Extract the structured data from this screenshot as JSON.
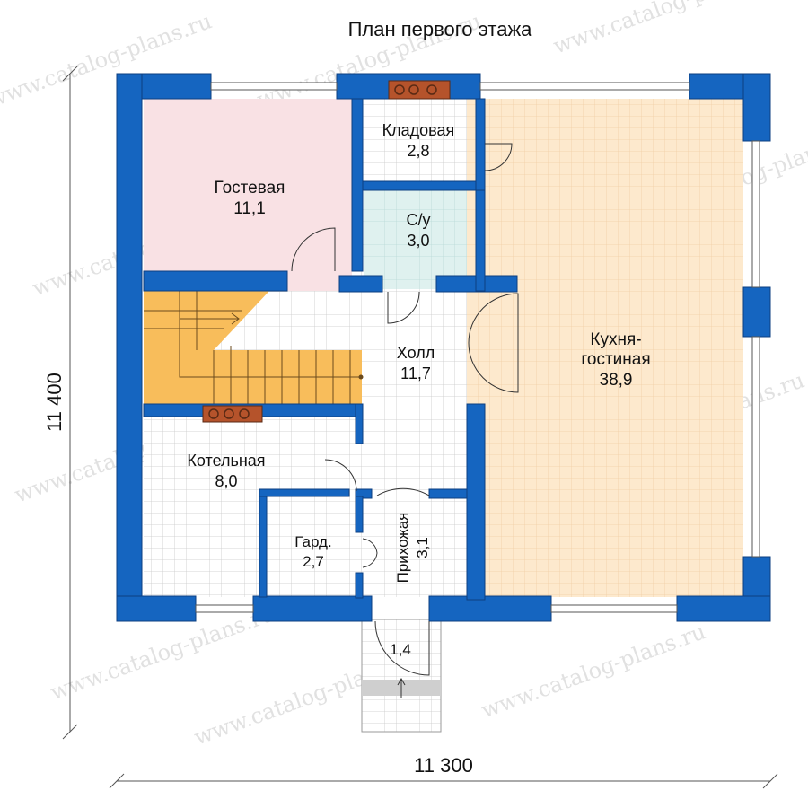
{
  "title": "План первого этажа",
  "dimensions": {
    "width": "11 300",
    "height": "11 400"
  },
  "watermark": "www.catalog-plans.ru",
  "rooms": {
    "guest": {
      "name": "Гостевая",
      "area": "11,1"
    },
    "pantry": {
      "name": "Кладовая",
      "area": "2,8"
    },
    "bathroom": {
      "name": "С/у",
      "area": "3,0"
    },
    "kitchen": {
      "name_line1": "Кухня-",
      "name_line2": "гостиная",
      "area": "38,9"
    },
    "hall": {
      "name": "Холл",
      "area": "11,7"
    },
    "boiler": {
      "name": "Котельная",
      "area": "8,0"
    },
    "wardrobe": {
      "name": "Гард.",
      "area": "2,7"
    },
    "entry": {
      "name": "Прихожая",
      "area": "3,1"
    },
    "porch": {
      "area": "1,4"
    }
  },
  "colors": {
    "wall": "#1565c0",
    "guest_floor": "#f9e1e4",
    "bath_floor": "#dff1ef",
    "kitchen_floor": "#fde9cd",
    "stair": "#f8bd5b",
    "tile": "#ffffff",
    "grid": "#c9c9c9",
    "stove": "#b5532b"
  }
}
